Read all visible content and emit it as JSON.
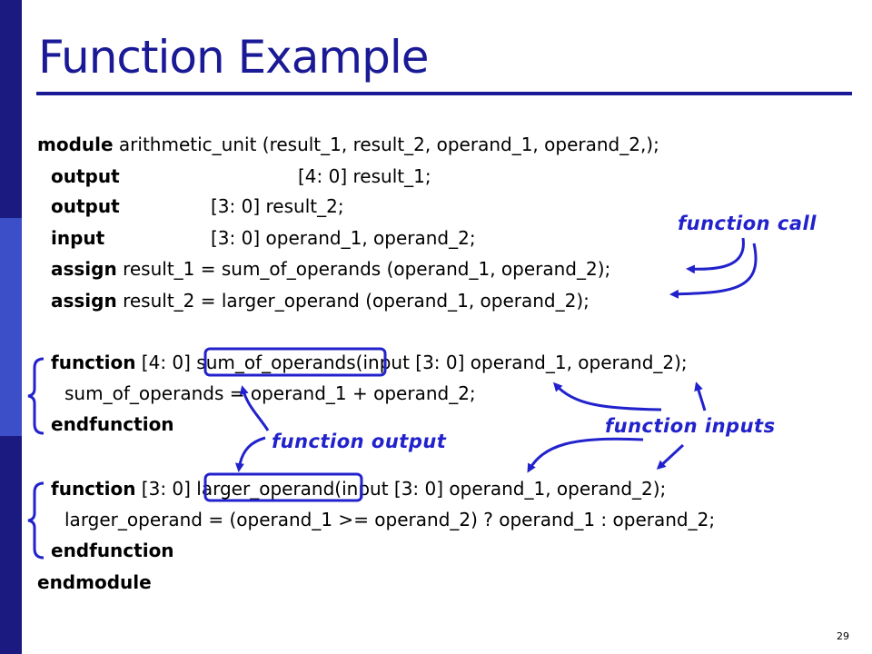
{
  "slide": {
    "title": "Function Example",
    "page_number": "29"
  },
  "code": {
    "l1_kw": "module",
    "l1_text": " arithmetic_unit (result_1, result_2, operand_1, operand_2,);",
    "l2_kw": "output",
    "l2_text": "[4: 0] result_1;",
    "l3_kw": "output",
    "l3_text": "[3: 0] result_2;",
    "l4_kw": "input",
    "l4_text": "[3: 0] operand_1, operand_2;",
    "l5_kw": "assign",
    "l5_text": " result_1 = sum_of_operands (operand_1, operand_2);",
    "l6_kw": "assign",
    "l6_text": " result_2 = larger_operand (operand_1, operand_2);",
    "l7_kw": "function",
    "l7_text": " [4: 0] sum_of_operands(input [3: 0] operand_1, operand_2);",
    "l8_text": "sum_of_operands = operand_1 + operand_2;",
    "l9_kw": "endfunction",
    "l10_kw": "function",
    "l10_text": " [3: 0] larger_operand(input [3: 0] operand_1, operand_2);",
    "l11_text": "larger_operand = (operand_1 >= operand_2) ? operand_1 : operand_2;",
    "l12_kw": "endfunction",
    "l13_kw": "endmodule"
  },
  "annotations": {
    "function_call": "function call",
    "function_output": "function output",
    "function_inputs": "function inputs"
  },
  "colors": {
    "title": "#1a1a96",
    "annotation": "#2222cc",
    "bar_top": "#1a1a80",
    "bar_middle": "#3d4fc8",
    "bar_bottom": "#1a1a80"
  }
}
